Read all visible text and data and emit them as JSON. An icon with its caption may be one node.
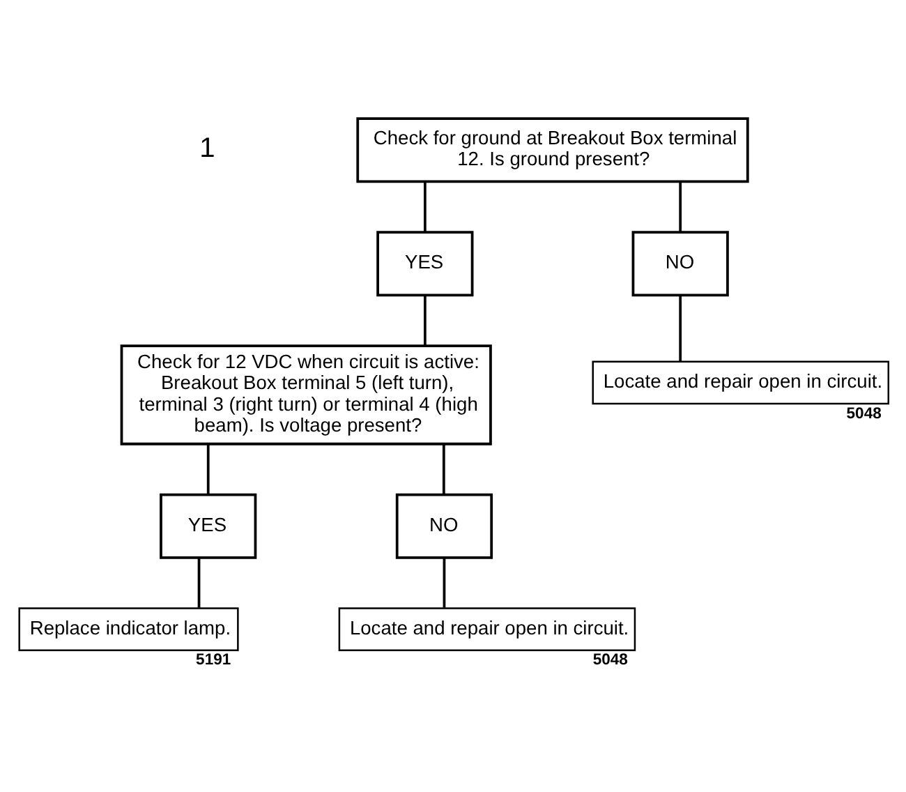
{
  "diagram": {
    "nodes": [
      {
        "text": [
          "Check for ground at Breakout Box terminal 12. Is ground present?"
        ]
      },
      {
        "text": [
          "YES"
        ]
      },
      {
        "text": [
          "NO"
        ]
      },
      {
        "text": [
          "Check for 12 VDC when circuit is active: Breakout Box terminal 5 (left turn), terminal 3 (right turn) or terminal 4 (high beam). Is voltage present?"
        ]
      },
      {
        "text": [
          "Locate and repair open in circuit."
        ],
        "beside": [
          "5048"
        ]
      },
      {
        "text": [
          "YES"
        ]
      },
      {
        "text": [
          "NO"
        ]
      },
      {
        "text": [
          "Replace indicator lamp."
        ],
        "beside": [
          "5191"
        ]
      },
      {
        "text": [
          "Locate and repair open in circuit."
        ],
        "beside": [
          "5048"
        ]
      }
    ],
    "edges": [
      {
        "from": 0,
        "to": 1,
        "arrow": "none"
      },
      {
        "from": 0,
        "to": 2,
        "arrow": "none"
      },
      {
        "from": 1,
        "to": 3,
        "arrow": "none"
      },
      {
        "from": 2,
        "to": 4,
        "arrow": "none"
      },
      {
        "from": 3,
        "to": 5,
        "arrow": "none"
      },
      {
        "from": 3,
        "to": 6,
        "arrow": "none"
      },
      {
        "from": 5,
        "to": 7,
        "arrow": "none"
      },
      {
        "from": 6,
        "to": 8,
        "arrow": "none"
      }
    ],
    "labels": [
      "1"
    ]
  }
}
